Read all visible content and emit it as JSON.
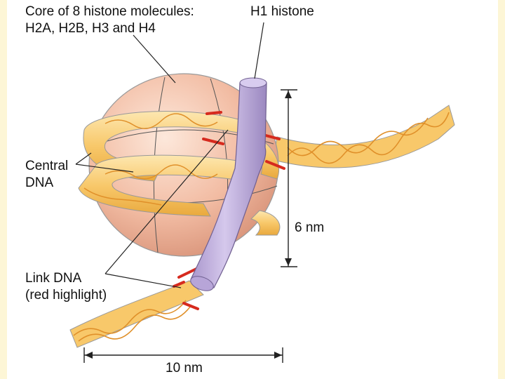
{
  "labels": {
    "core_line1": "Core of 8 histone molecules:",
    "core_line2": "H2A, H2B, H3 and H4",
    "h1": "H1 histone",
    "central_line1": "Central",
    "central_line2": "DNA",
    "link_line1": "Link DNA",
    "link_line2": "(red highlight)",
    "height_dim": "6 nm",
    "width_dim": "10 nm"
  },
  "colors": {
    "core": "#f2bca3",
    "core_light": "#fbe3d4",
    "dna_band": "#f8c86a",
    "dna_band_light": "#fde7b0",
    "helix": "#e8a033",
    "h1": "#c3b0df",
    "h1_dark": "#7a6a98",
    "link_highlight": "#d62a1e",
    "page_border": "#fdf6d6"
  }
}
